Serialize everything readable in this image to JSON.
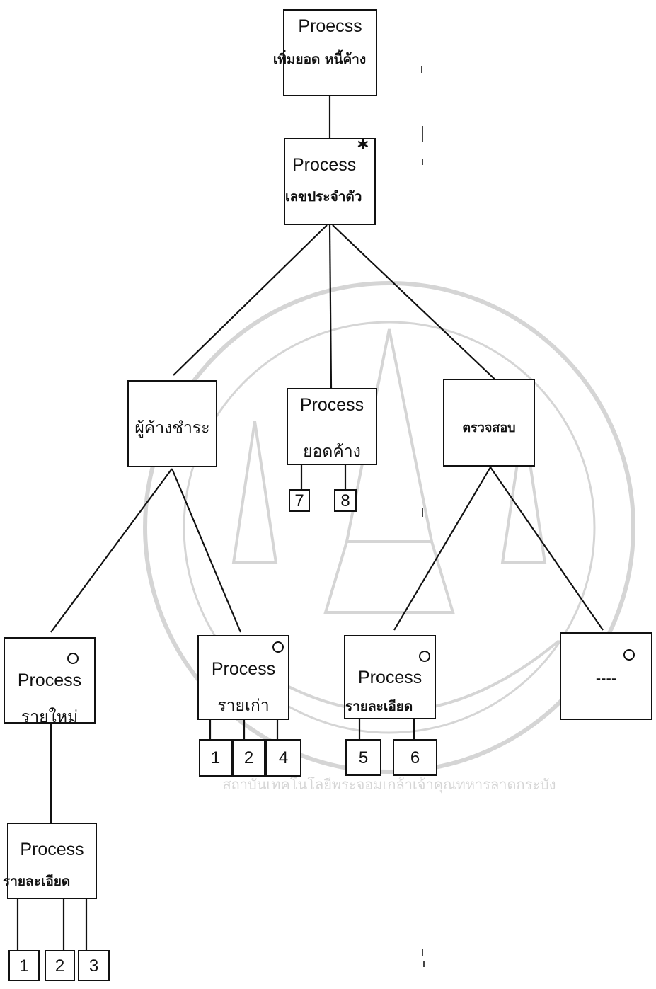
{
  "root": {
    "line1": "Proecss",
    "line2": "เพิ่มยอด หนี้ค้าง"
  },
  "main": {
    "line1": "Process",
    "line2": "เลขประจำตัว",
    "marker": "*"
  },
  "left_mid": {
    "label": "ผู้ค้างชำระ"
  },
  "center_mid": {
    "line1": "Process",
    "line2": "ยอดค้าง",
    "children": [
      "7",
      "8"
    ]
  },
  "right_mid": {
    "label": "ตรวจสอบ"
  },
  "ll": {
    "line1": "Process",
    "line2": "รายใหม่"
  },
  "lr": {
    "line1": "Process",
    "line2": "รายเก่า",
    "children": [
      "1",
      "2",
      "4"
    ]
  },
  "rl": {
    "line1": "Process",
    "line2": "รายละเอียด",
    "children": [
      "5",
      "6"
    ]
  },
  "rr": {
    "label": "----"
  },
  "bottom": {
    "line1": "Process",
    "line2": "รายละเอียด",
    "children": [
      "1",
      "2",
      "3"
    ]
  },
  "watermark": {
    "text": "สถาบันเทคโนโลยีพระจอมเกล้าเจ้าคุณทหารลาดกระบัง"
  }
}
